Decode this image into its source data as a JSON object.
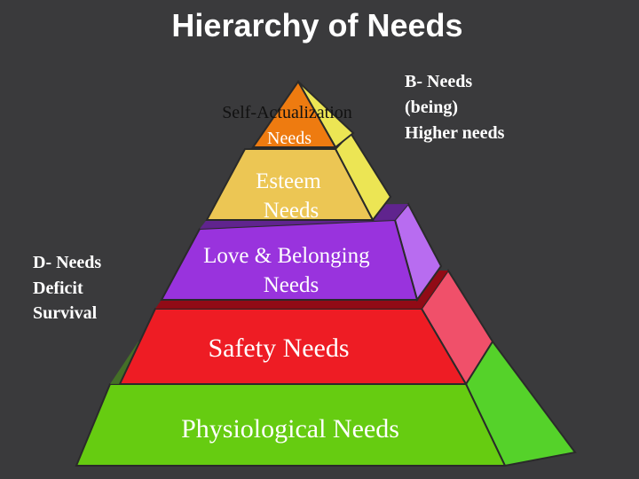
{
  "title": "Hierarchy of Needs",
  "colors": {
    "background": "#3a3a3c",
    "physiological": "#66cc11",
    "safety": "#ee1c24",
    "love": "#9933dd",
    "esteem": "#ecc654",
    "self_actualization": "#ee7b10"
  },
  "pyramid": {
    "tiers": [
      {
        "id": "self-actualization",
        "lines": [
          "Self-Actualization",
          "Needs"
        ]
      },
      {
        "id": "esteem",
        "lines": [
          "Esteem",
          "Needs"
        ]
      },
      {
        "id": "love-belonging",
        "lines": [
          "Love & Belonging",
          "Needs"
        ]
      },
      {
        "id": "safety",
        "lines": [
          "Safety Needs"
        ]
      },
      {
        "id": "physiological",
        "lines": [
          "Physiological Needs"
        ]
      }
    ]
  },
  "notes": {
    "higher": [
      "B- Needs",
      "(being)",
      "Higher needs"
    ],
    "deficit": [
      "D- Needs",
      "Deficit",
      "Survival"
    ]
  }
}
